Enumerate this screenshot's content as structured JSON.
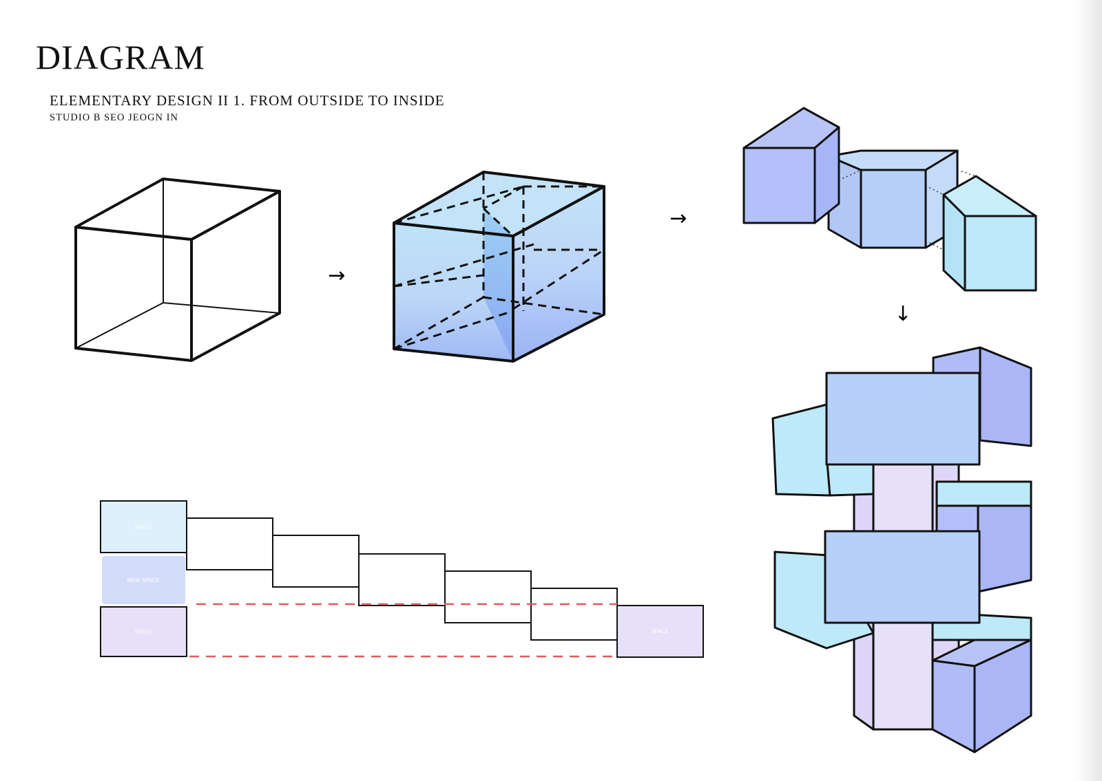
{
  "header": {
    "title": "DIAGRAM",
    "subtitle": "ELEMENTARY DESIGN II 1. FROM OUTSIDE TO INSIDE",
    "author": "STUDIO B SEO JEOGN IN"
  },
  "arrows": {
    "right": "→",
    "down": "↓"
  },
  "blocks": {
    "space_top": "SPACE",
    "new_space": "NEW SPACE",
    "space_bottom": "SPACE",
    "space_right": "SPACE"
  },
  "colors": {
    "line": "#111111",
    "blue_light": "#bfe3f7",
    "blue_mid": "#b6d0f7",
    "periwinkle": "#b3bff8",
    "cyan_light": "#bde9f8",
    "lavender": "#e6e0f8",
    "dashed_red": "#e05a5a"
  }
}
